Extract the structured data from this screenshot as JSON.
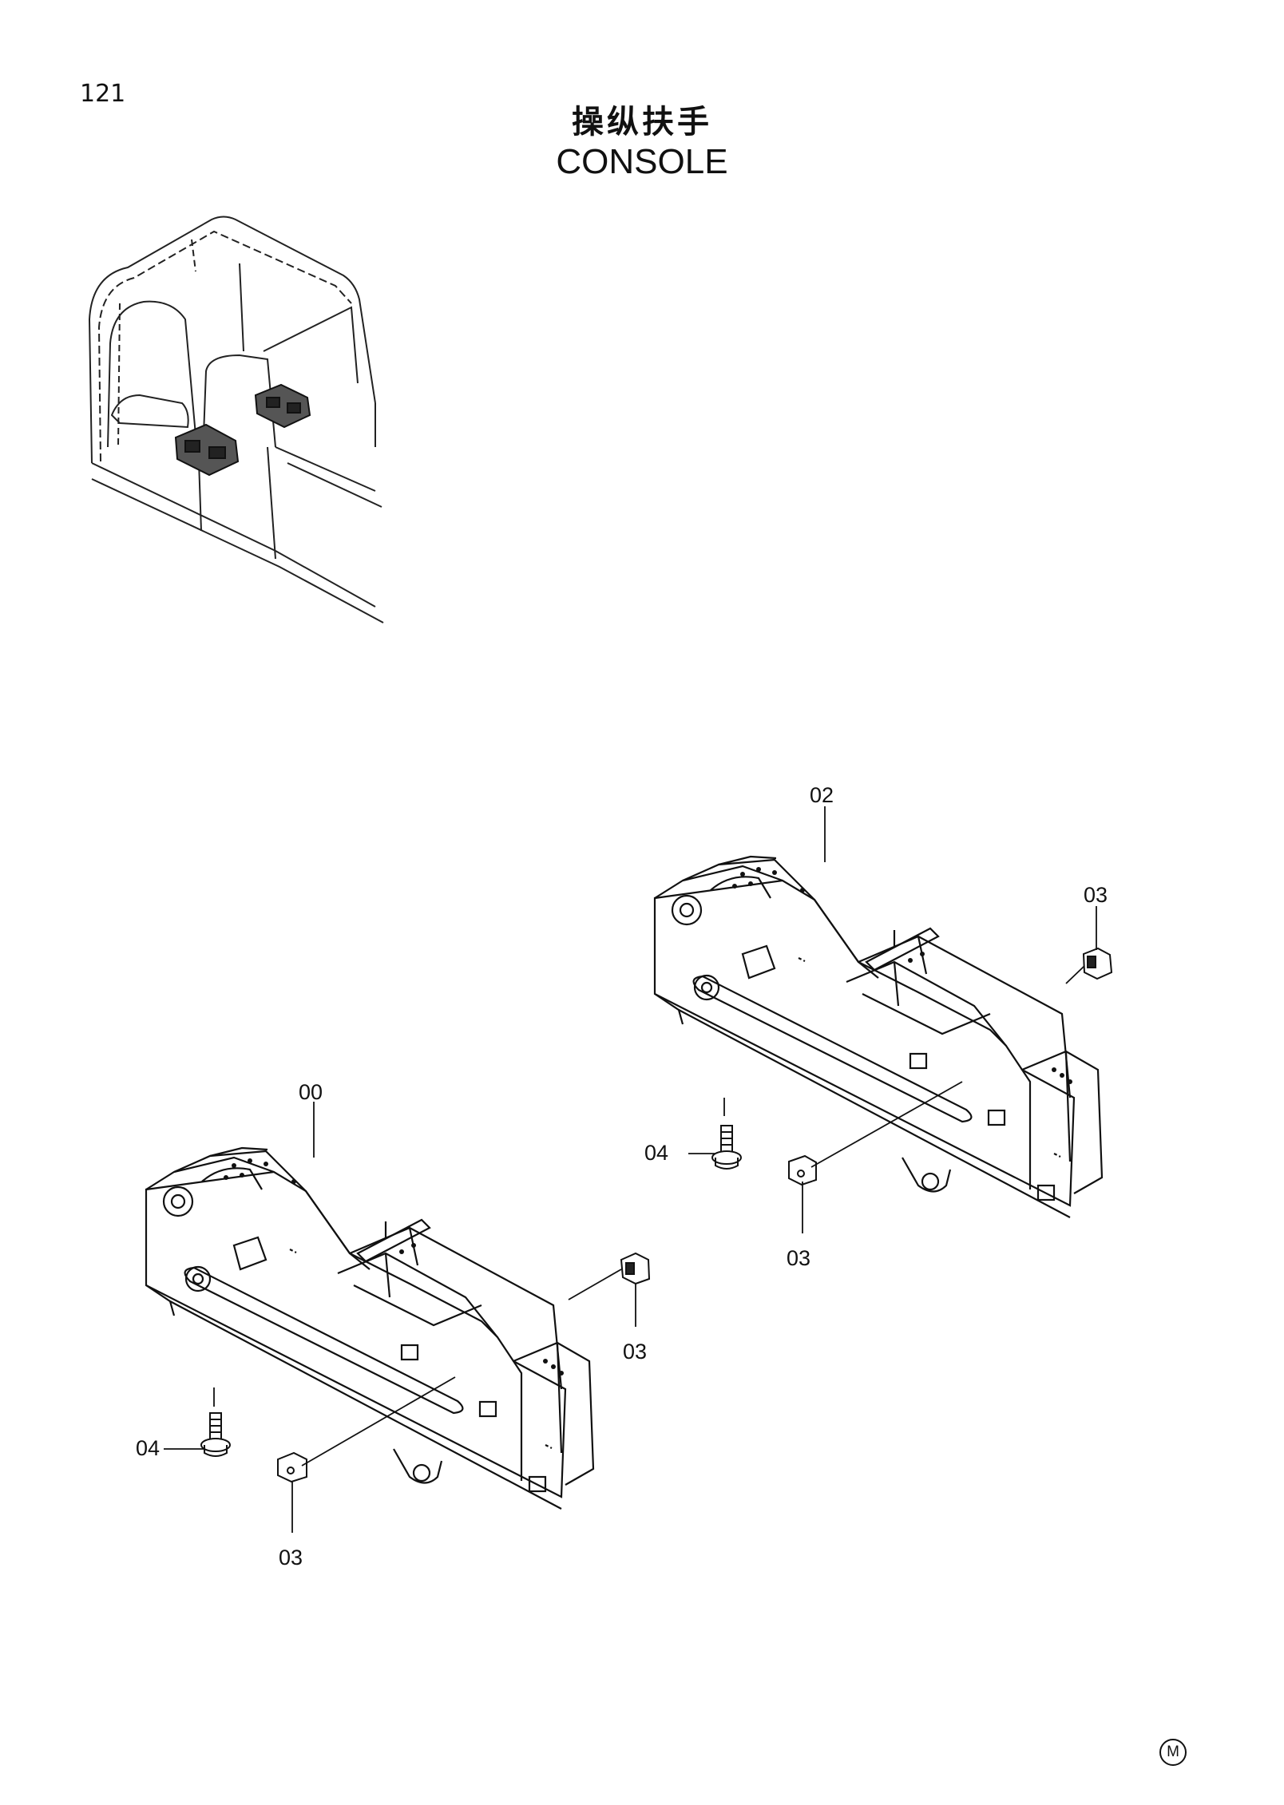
{
  "header": {
    "page_number": "121",
    "title_cn": "操纵扶手",
    "title_en": "CONSOLE"
  },
  "callouts": {
    "assy_right": "02",
    "assy_left": "00",
    "cap_right_top": "03",
    "cap_right_bottom": "03",
    "cap_left_top": "03",
    "cap_left_bottom": "03",
    "bolt_right": "04",
    "bolt_left": "04"
  },
  "footer": {
    "mark": "M"
  }
}
